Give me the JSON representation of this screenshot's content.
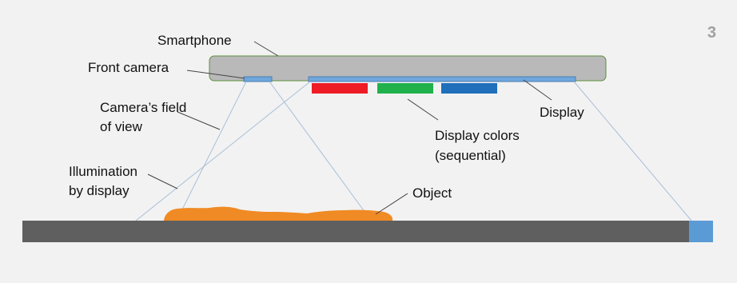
{
  "slide_number": "3",
  "labels": {
    "smartphone": "Smartphone",
    "front_camera": "Front camera",
    "camera_fov_line1": "Camera’s field",
    "camera_fov_line2": "of view",
    "illumination_line1": "Illumination",
    "illumination_line2": "by display",
    "object": "Object",
    "display": "Display",
    "display_colors_line1": "Display colors",
    "display_colors_line2": "(sequential)"
  },
  "colors": {
    "phone_body": "#b9b9b9",
    "phone_outline": "#5f8f3e",
    "screen": "#6fa6db",
    "red": "#ee1c25",
    "green": "#21b14c",
    "blue": "#1f6fba",
    "object": "#f08a24",
    "table": "#5f5f5f",
    "table_end": "#5b9bd5",
    "rays": "#a9bfd8"
  }
}
